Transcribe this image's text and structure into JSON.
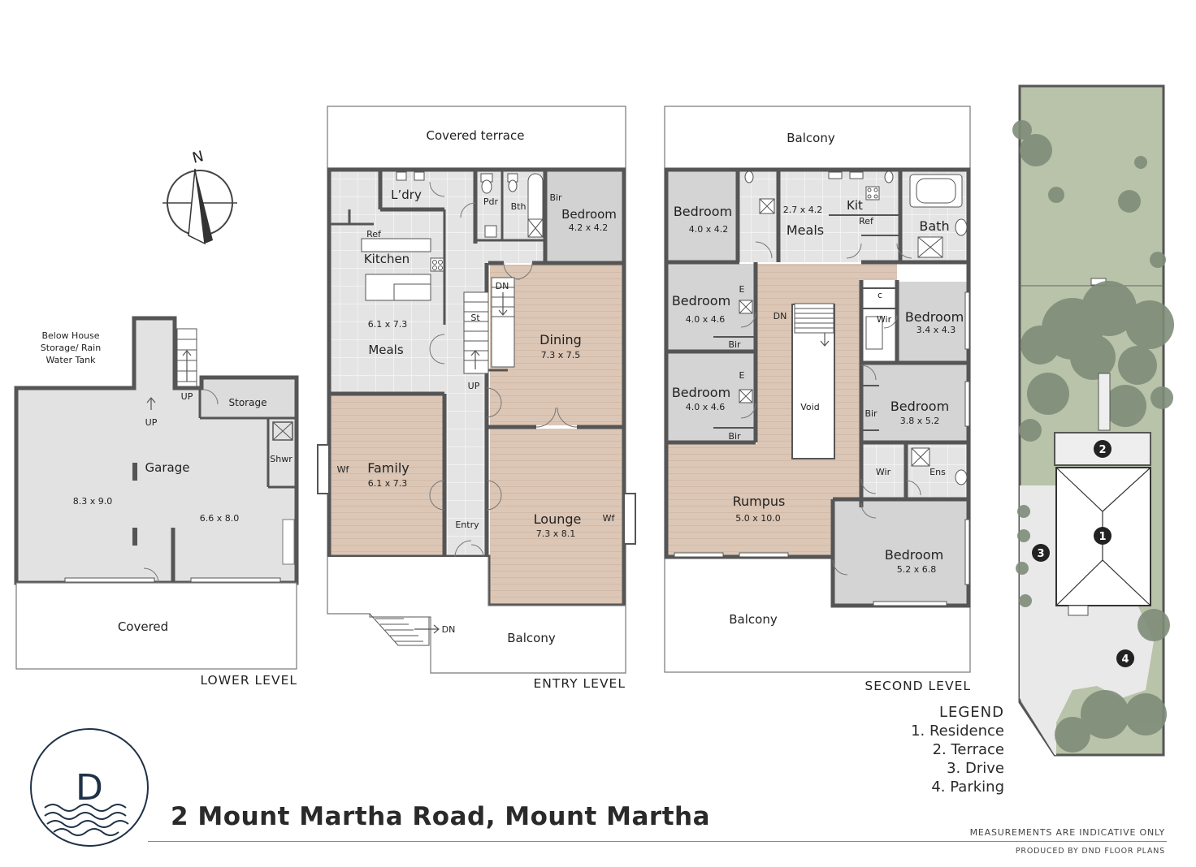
{
  "address": "2 Mount Martha Road, Mount Martha",
  "compass_label": "N",
  "logo_letter": "D",
  "lower_level": {
    "title": "LOWER LEVEL",
    "storage_note_1": "Below House",
    "storage_note_2": "Storage/ Rain",
    "storage_note_3": "Water Tank",
    "garage": "Garage",
    "garage_dim_1": "8.3 x 9.0",
    "garage_dim_2": "6.6 x 8.0",
    "storage": "Storage",
    "shwr": "Shwr",
    "up_1": "UP",
    "up_2": "UP",
    "covered": "Covered"
  },
  "entry_level": {
    "title": "ENTRY LEVEL",
    "covered_terrace": "Covered terrace",
    "ldry": "L’dry",
    "pdr": "Pdr",
    "bth": "Bth",
    "bir": "Bir",
    "bedroom": "Bedroom",
    "bedroom_dim": "4.2 x 4.2",
    "ref": "Ref",
    "kitchen": "Kitchen",
    "meals_dim": "6.1 x 7.3",
    "meals": "Meals",
    "dn": "DN",
    "st": "St",
    "up": "UP",
    "dining": "Dining",
    "dining_dim": "7.3 x 7.5",
    "wf_1": "Wf",
    "family": "Family",
    "family_dim": "6.1 x 7.3",
    "entry": "Entry",
    "lounge": "Lounge",
    "lounge_dim": "7.3 x 8.1",
    "wf_2": "Wf",
    "dn_2": "DN",
    "balcony": "Balcony"
  },
  "second_level": {
    "title": "SECOND LEVEL",
    "balcony_top": "Balcony",
    "bedroom_1": "Bedroom",
    "bedroom_1_dim": "4.0 x 4.2",
    "meals_dim": "2.7 x 4.2",
    "meals": "Meals",
    "kit": "Kit",
    "ref": "Ref",
    "bath": "Bath",
    "bedroom_2": "Bedroom",
    "bedroom_2_dim": "4.0 x 4.6",
    "e_1": "E",
    "bir_1": "Bir",
    "dn": "DN",
    "c": "c",
    "wir_1": "Wir",
    "bedroom_3": "Bedroom",
    "bedroom_3_dim": "3.4 x 4.3",
    "bedroom_4": "Bedroom",
    "bedroom_4_dim": "4.0 x 4.6",
    "e_2": "E",
    "bir_2": "Bir",
    "void": "Void",
    "bir_3": "Bir",
    "bedroom_5": "Bedroom",
    "bedroom_5_dim": "3.8 x 5.2",
    "wir_2": "Wir",
    "ens": "Ens",
    "rumpus": "Rumpus",
    "rumpus_dim": "5.0 x 10.0",
    "bedroom_6": "Bedroom",
    "bedroom_6_dim": "5.2 x 6.8",
    "balcony_bottom": "Balcony"
  },
  "site_plan": {
    "markers": [
      "1",
      "2",
      "3",
      "4"
    ]
  },
  "legend": {
    "title": "LEGEND",
    "items": [
      "1. Residence",
      "2. Terrace",
      "3. Drive",
      "4. Parking"
    ]
  },
  "notes": {
    "measurements": "MEASUREMENTS ARE INDICATIVE ONLY",
    "produced_by": "PRODUCED BY DND FLOOR PLANS"
  },
  "colors": {
    "wall": "#555555",
    "tile": "#e6e6e6",
    "timber": "#d9c3b2",
    "carpet": "#d0d0d0",
    "concrete": "#e3e3e3",
    "garden": "#b7c2a6",
    "tree": "#7e8c78"
  }
}
